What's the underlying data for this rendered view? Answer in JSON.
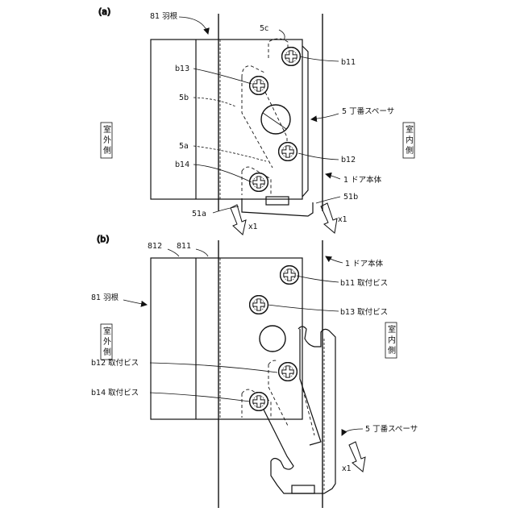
{
  "panel_a": {
    "label": "(a)",
    "wing": "81 羽根",
    "outside": [
      "室",
      "外",
      "側"
    ],
    "inside": [
      "室",
      "内",
      "側"
    ],
    "b13": "b13",
    "b11": "b11",
    "p5c": "5c",
    "p5b": "5b",
    "p5a": "5a",
    "b12": "b12",
    "b14": "b14",
    "spacer": "5 丁番スペーサ",
    "door": "1 ドア本体",
    "p51a": "51a",
    "p51b": "51b",
    "x1_left": "x1",
    "x1_right": "x1"
  },
  "panel_b": {
    "label": "(b)",
    "p812": "812",
    "p811": "811",
    "door": "1 ドア本体",
    "b11": "b11 取付ビス",
    "wing": "81 羽根",
    "b13": "b13 取付ビス",
    "outside": [
      "室",
      "外",
      "側"
    ],
    "inside": [
      "室",
      "内",
      "側"
    ],
    "b12": "b12 取付ビス",
    "b14": "b14 取付ビス",
    "spacer": "5 丁番スペーサ",
    "x1": "x1"
  }
}
